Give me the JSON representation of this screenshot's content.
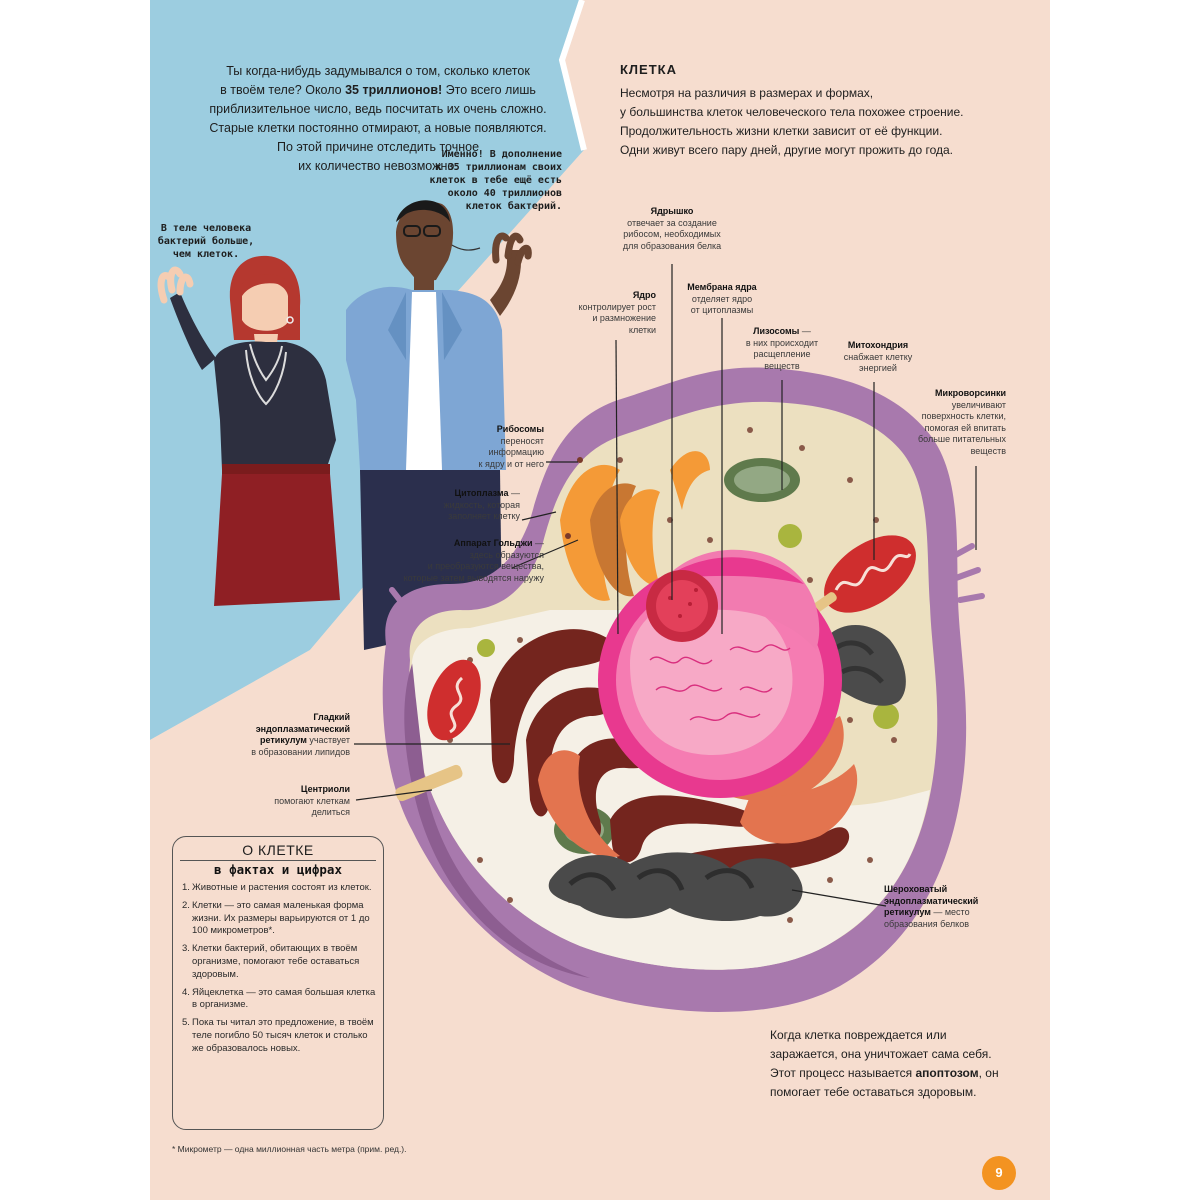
{
  "colors": {
    "page_bg": "#f6ddcf",
    "sky_panel": "#9ccde0",
    "page_number_bg": "#f39321",
    "membrane": "#a879ad",
    "nucleus": "#e8398f",
    "er_rough": "#74251e",
    "mitochondria": "#cf2e2e"
  },
  "intro": {
    "line1": "Ты когда-нибудь задумывался о том, сколько клеток",
    "line2_a": "в твоём теле? Около ",
    "line2_b": "35 триллионов!",
    "line2_c": " Это всего лишь",
    "line3": "приблизительное число, ведь посчитать их очень сложно.",
    "line4": "Старые клетки постоянно отмирают, а новые появляются.",
    "line5": "По этой причине отследить точное",
    "line6": "их количество невозможно."
  },
  "bubble_man": [
    "Именно! В дополнение",
    "к 35 триллионам своих",
    "клеток в тебе ещё есть",
    "около 40 триллионов",
    "клеток бактерий."
  ],
  "bubble_woman": [
    "В теле человека",
    "бактерий больше,",
    "чем клеток."
  ],
  "cell": {
    "title": "КЛЕТКА",
    "desc1": "Несмотря на различия в размерах и формах,",
    "desc2": "у большинства клеток человеческого тела похожее строение.",
    "desc3": "Продолжительность жизни клетки зависит от её функции.",
    "desc4": "Одни живут всего пару дней, другие могут прожить до года."
  },
  "labels": {
    "nucleolus": {
      "name": "Ядрышко",
      "lines": [
        "отвечает за создание",
        "рибосом, необходимых",
        "для образования белка"
      ]
    },
    "nucleus": {
      "name": "Ядро",
      "lines": [
        "контролирует рост",
        "и размножение",
        "клетки"
      ]
    },
    "nuclear_membrane": {
      "name": "Мембрана ядра",
      "lines": [
        "отделяет ядро",
        "от цитоплазмы"
      ]
    },
    "lysosomes": {
      "name": "Лизосомы",
      "suffix": " —",
      "lines": [
        "в них происходит",
        "расщепление",
        "веществ"
      ]
    },
    "mitochondria": {
      "name": "Митохондрия",
      "lines": [
        "снабжает клетку",
        "энергией"
      ]
    },
    "microvilli": {
      "name": "Микроворсинки",
      "lines": [
        "увеличивают",
        "поверхность клетки,",
        "помогая ей впитать",
        "больше питательных",
        "веществ"
      ]
    },
    "ribosomes": {
      "name": "Рибосомы",
      "lines": [
        "переносят",
        "информацию",
        "к ядру и от него"
      ]
    },
    "cytoplasm": {
      "name": "Цитоплазма",
      "suffix": " —",
      "lines": [
        "жидкость, которая",
        "заполняет клетку"
      ]
    },
    "golgi": {
      "name": "Аппарат Гольджи",
      "suffix": " —",
      "lines": [
        "здесь образуются",
        "и преобразуются вещества,",
        "которые затем выводятся наружу"
      ]
    },
    "smooth_er": {
      "name1": "Гладкий",
      "name2": "эндоплазматический",
      "name3": "ретикулум",
      "tail": " участвует",
      "lines": [
        "в образовании липидов"
      ]
    },
    "centrioles": {
      "name": "Центриоли",
      "lines": [
        "помогают клеткам",
        "делиться"
      ]
    },
    "rough_er": {
      "name1": "Шероховатый",
      "name2": "эндоплазматический",
      "name3": "ретикулум",
      "tail": " — место",
      "lines": [
        "образования белков"
      ]
    }
  },
  "facts": {
    "title": "О КЛЕТКЕ",
    "subtitle": "в фактах и цифрах",
    "items": [
      {
        "num": "1.",
        "text": "Животные и растения состоят из клеток."
      },
      {
        "num": "2.",
        "text": "Клетки — это самая маленькая форма жизни. Их размеры варьируются от 1 до 100 микрометров*."
      },
      {
        "num": "3.",
        "text": "Клетки бактерий, обитающих в твоём организме, помогают тебе оставаться здоровым."
      },
      {
        "num": "4.",
        "text": "Яйцеклетка — это самая большая клетка в организме."
      },
      {
        "num": "5.",
        "text": "Пока ты читал это предложение, в твоём теле погибло 50 тысяч клеток и столько же образовалось новых."
      }
    ]
  },
  "footnote": "* Микрометр — одна миллионная часть метра (прим. ред.).",
  "apoptosis": {
    "a": "Когда клетка повреждается или заражается, она уничтожает сама себя. Этот процесс называется ",
    "b": "апоптозом",
    "c": ", он помогает тебе оставаться здоровым."
  },
  "page_number": "9"
}
